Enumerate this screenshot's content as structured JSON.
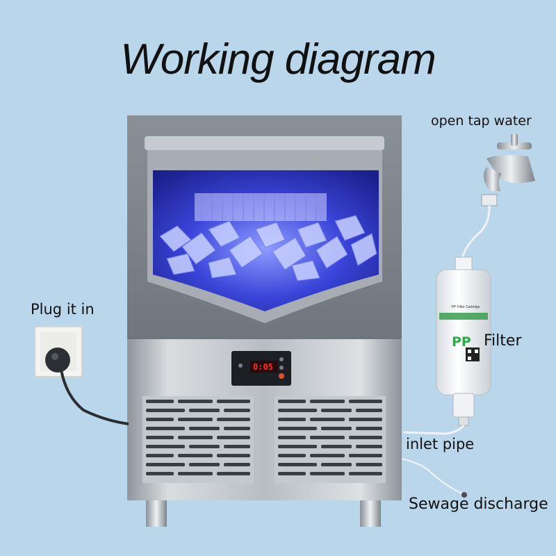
{
  "title": "Working diagram",
  "labels": {
    "tap": "open tap water",
    "plug": "Plug it in",
    "filter": "Filter",
    "inlet": "inlet  pipe",
    "sewage": "Sewage discharge"
  },
  "machine": {
    "display": "0:05"
  },
  "filter_cartridge": {
    "brand": "PP",
    "heading": "PP Filter Cartridge"
  },
  "colors": {
    "background": "#b9d6ea",
    "filter_accent": "#2fa84a",
    "display_digits": "#ff2a2a",
    "ice_glow": "#3a44d8"
  }
}
